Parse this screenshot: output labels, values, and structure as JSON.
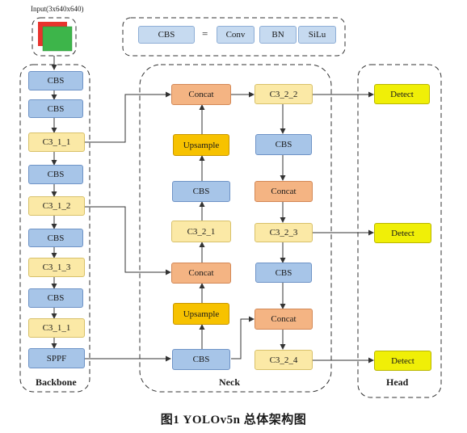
{
  "input_label": "Input(3x640x640)",
  "legend": {
    "cbs": "CBS",
    "equals": "=",
    "parts": [
      "Conv",
      "BN",
      "SiLu"
    ]
  },
  "sections": {
    "backbone": "Backbone",
    "neck": "Neck",
    "head": "Head"
  },
  "backbone": [
    "CBS",
    "CBS",
    "C3_1_1",
    "CBS",
    "C3_1_2",
    "CBS",
    "C3_1_3",
    "CBS",
    "C3_1_1",
    "SPPF"
  ],
  "neck_left": [
    "Concat",
    "Upsample",
    "CBS",
    "C3_2_1",
    "Concat",
    "Upsample",
    "CBS"
  ],
  "neck_right": [
    "C3_2_2",
    "CBS",
    "Concat",
    "C3_2_3",
    "CBS",
    "Concat",
    "C3_2_4"
  ],
  "head": [
    "Detect",
    "Detect",
    "Detect"
  ],
  "caption": "图1    YOLOv5n 总体架构图",
  "colors": {
    "cbs": "#a7c5e8",
    "c3": "#fbe9a6",
    "concat": "#f4b483",
    "upsample": "#f7c200",
    "detect": "#f0ef07",
    "input_red": "#e8332d",
    "input_green": "#3db54a"
  }
}
